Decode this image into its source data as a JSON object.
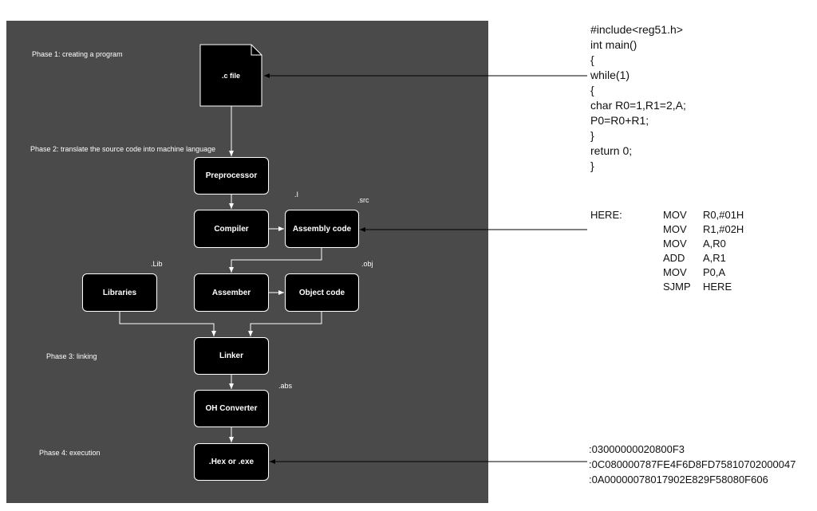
{
  "phases": {
    "p1": "Phase 1: creating a program",
    "p2": "Phase 2: translate the source code into machine language",
    "p3": "Phase 3: linking",
    "p4": "Phase 4: execution"
  },
  "nodes": {
    "cfile": ".c file",
    "preprocessor": "Preprocessor",
    "compiler": "Compiler",
    "assembly": "Assembly code",
    "libraries": "Libraries",
    "assembler": "Assember",
    "object": "Object code",
    "linker": "Linker",
    "ohconverter": "OH Converter",
    "hexexe": ".Hex or .exe"
  },
  "extensions": {
    "i": ".I",
    "src": ".src",
    "lib": ".Lib",
    "obj": ".obj",
    "abs": ".abs"
  },
  "c_code": [
    "#include<reg51.h>",
    "int main()",
    "{",
    "while(1)",
    "{",
    "char R0=1,R1=2,A;",
    "P0=R0+R1;",
    "}",
    "return 0;",
    "}"
  ],
  "asm": {
    "label": "HERE:",
    "lines": [
      {
        "op": "MOV",
        "args": "R0,#01H"
      },
      {
        "op": "MOV",
        "args": "R1,#02H"
      },
      {
        "op": "MOV",
        "args": "A,R0"
      },
      {
        "op": "ADD",
        "args": "A,R1"
      },
      {
        "op": "MOV",
        "args": "P0,A"
      },
      {
        "op": "SJMP",
        "args": "HERE"
      }
    ]
  },
  "hex": [
    ":03000000020800F3",
    ":0C080000787FE4F6D8FD75810702000047",
    ":0A00000078017902E829F58080F606"
  ]
}
